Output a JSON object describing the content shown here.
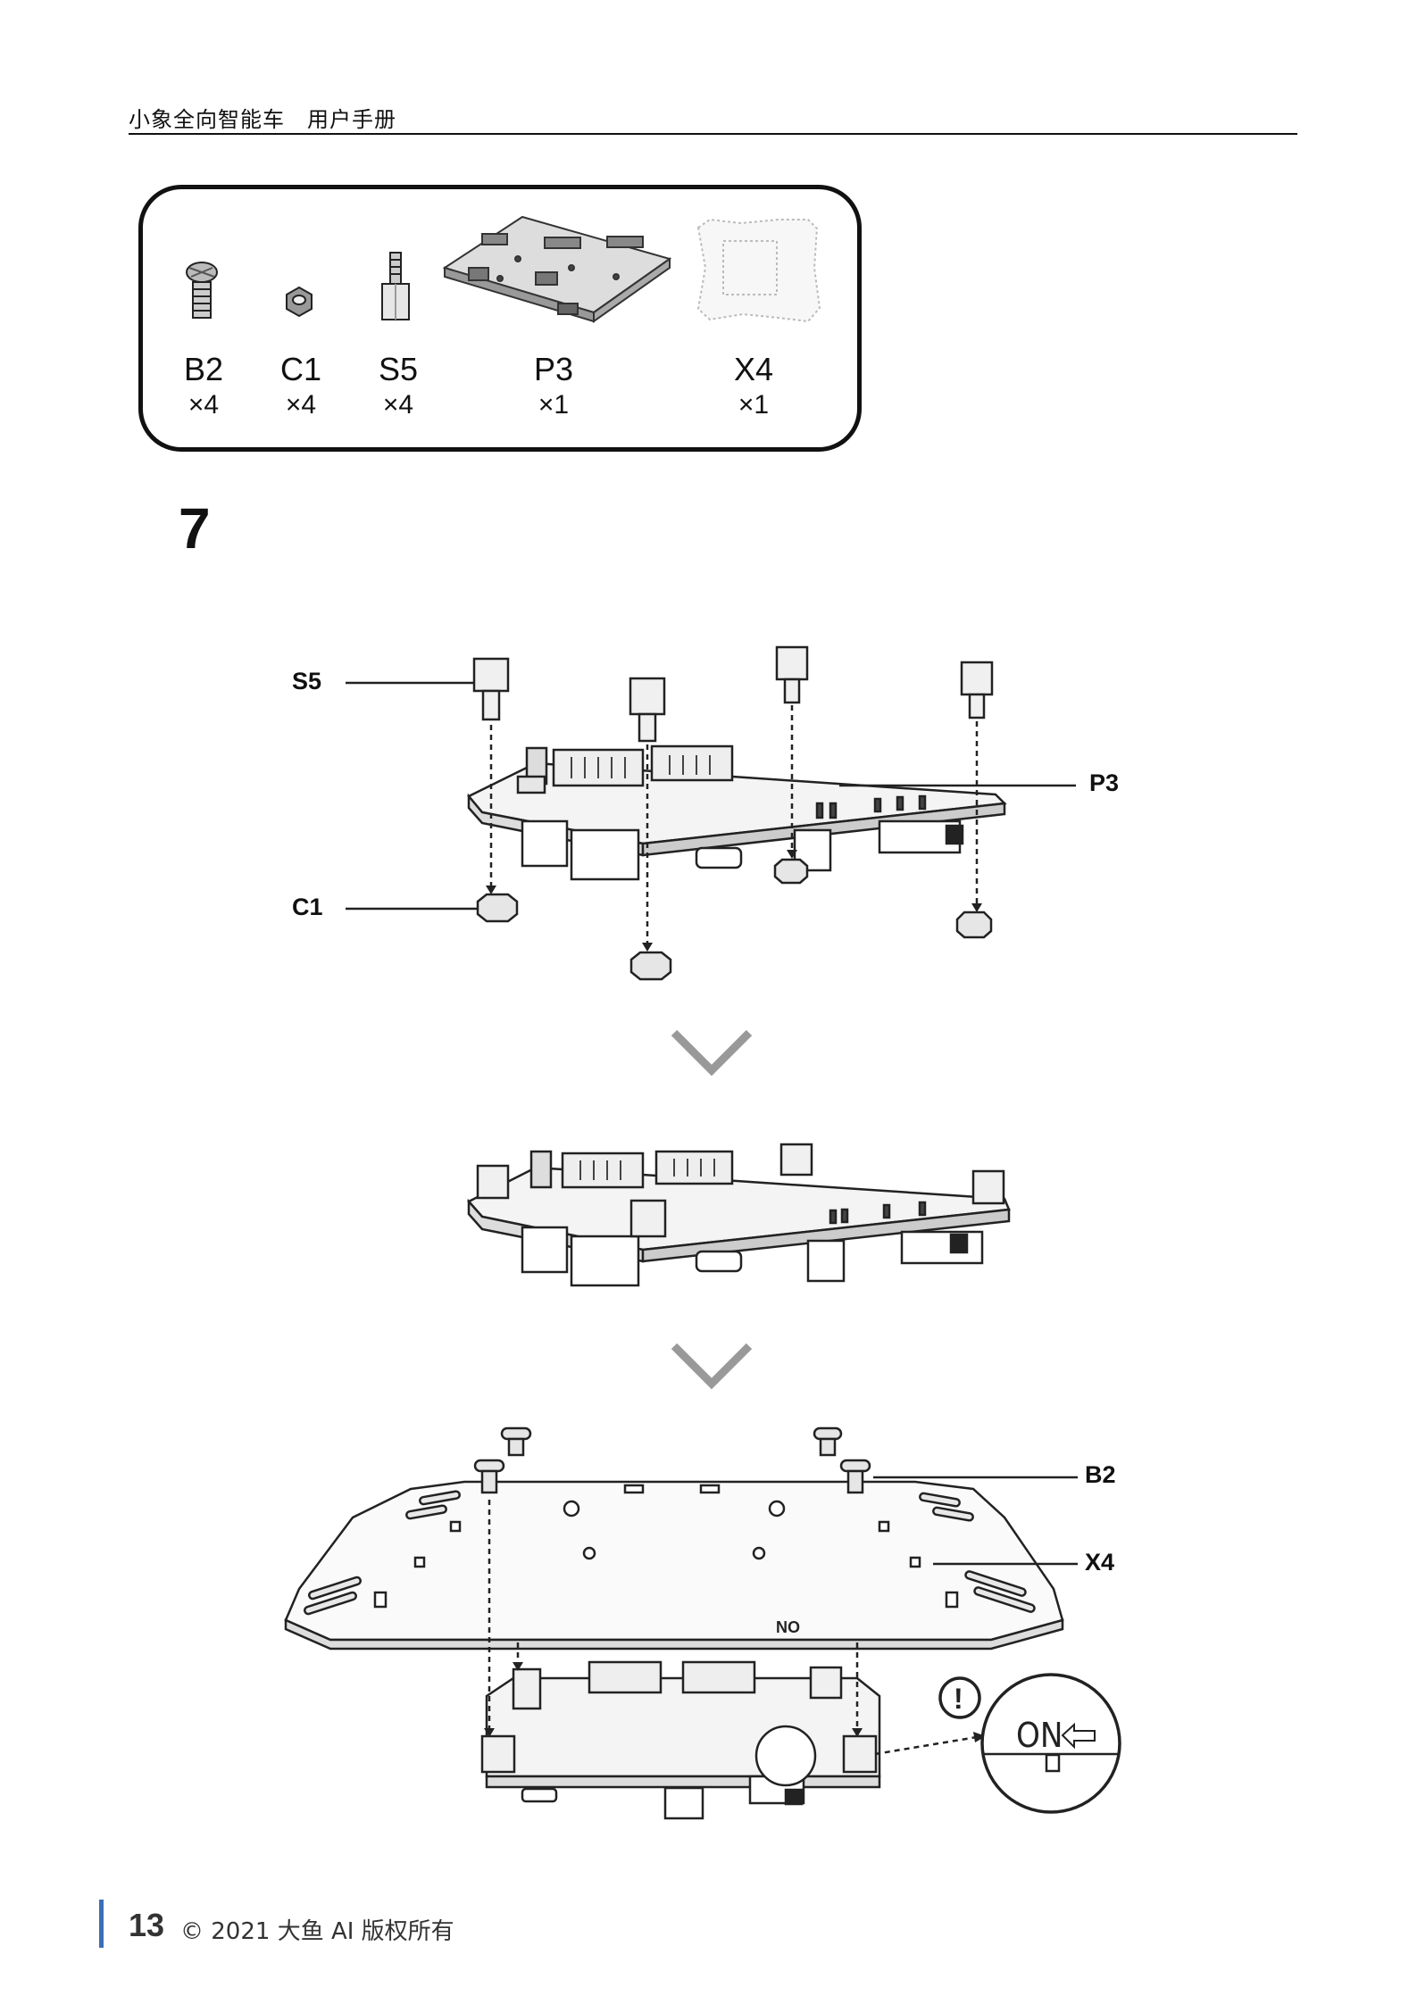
{
  "header": {
    "title": "小象全向智能车　用户手册"
  },
  "parts": [
    {
      "code": "B2",
      "qty": "×4",
      "icon": "screw-icon"
    },
    {
      "code": "C1",
      "qty": "×4",
      "icon": "nut-icon"
    },
    {
      "code": "S5",
      "qty": "×4",
      "icon": "standoff-icon"
    },
    {
      "code": "P3",
      "qty": "×1",
      "icon": "circuit-board-icon"
    },
    {
      "code": "X4",
      "qty": "×1",
      "icon": "chassis-plate-icon"
    }
  ],
  "step": {
    "number": "7"
  },
  "callouts": {
    "s5": "S5",
    "p3": "P3",
    "c1": "C1",
    "b2": "B2",
    "x4": "X4"
  },
  "detail": {
    "on_label": "ON",
    "on_label_plate": "ON",
    "warning_mark": "!"
  },
  "footer": {
    "page": "13",
    "copyright": "© 2021 大鱼 AI  版权所有"
  }
}
